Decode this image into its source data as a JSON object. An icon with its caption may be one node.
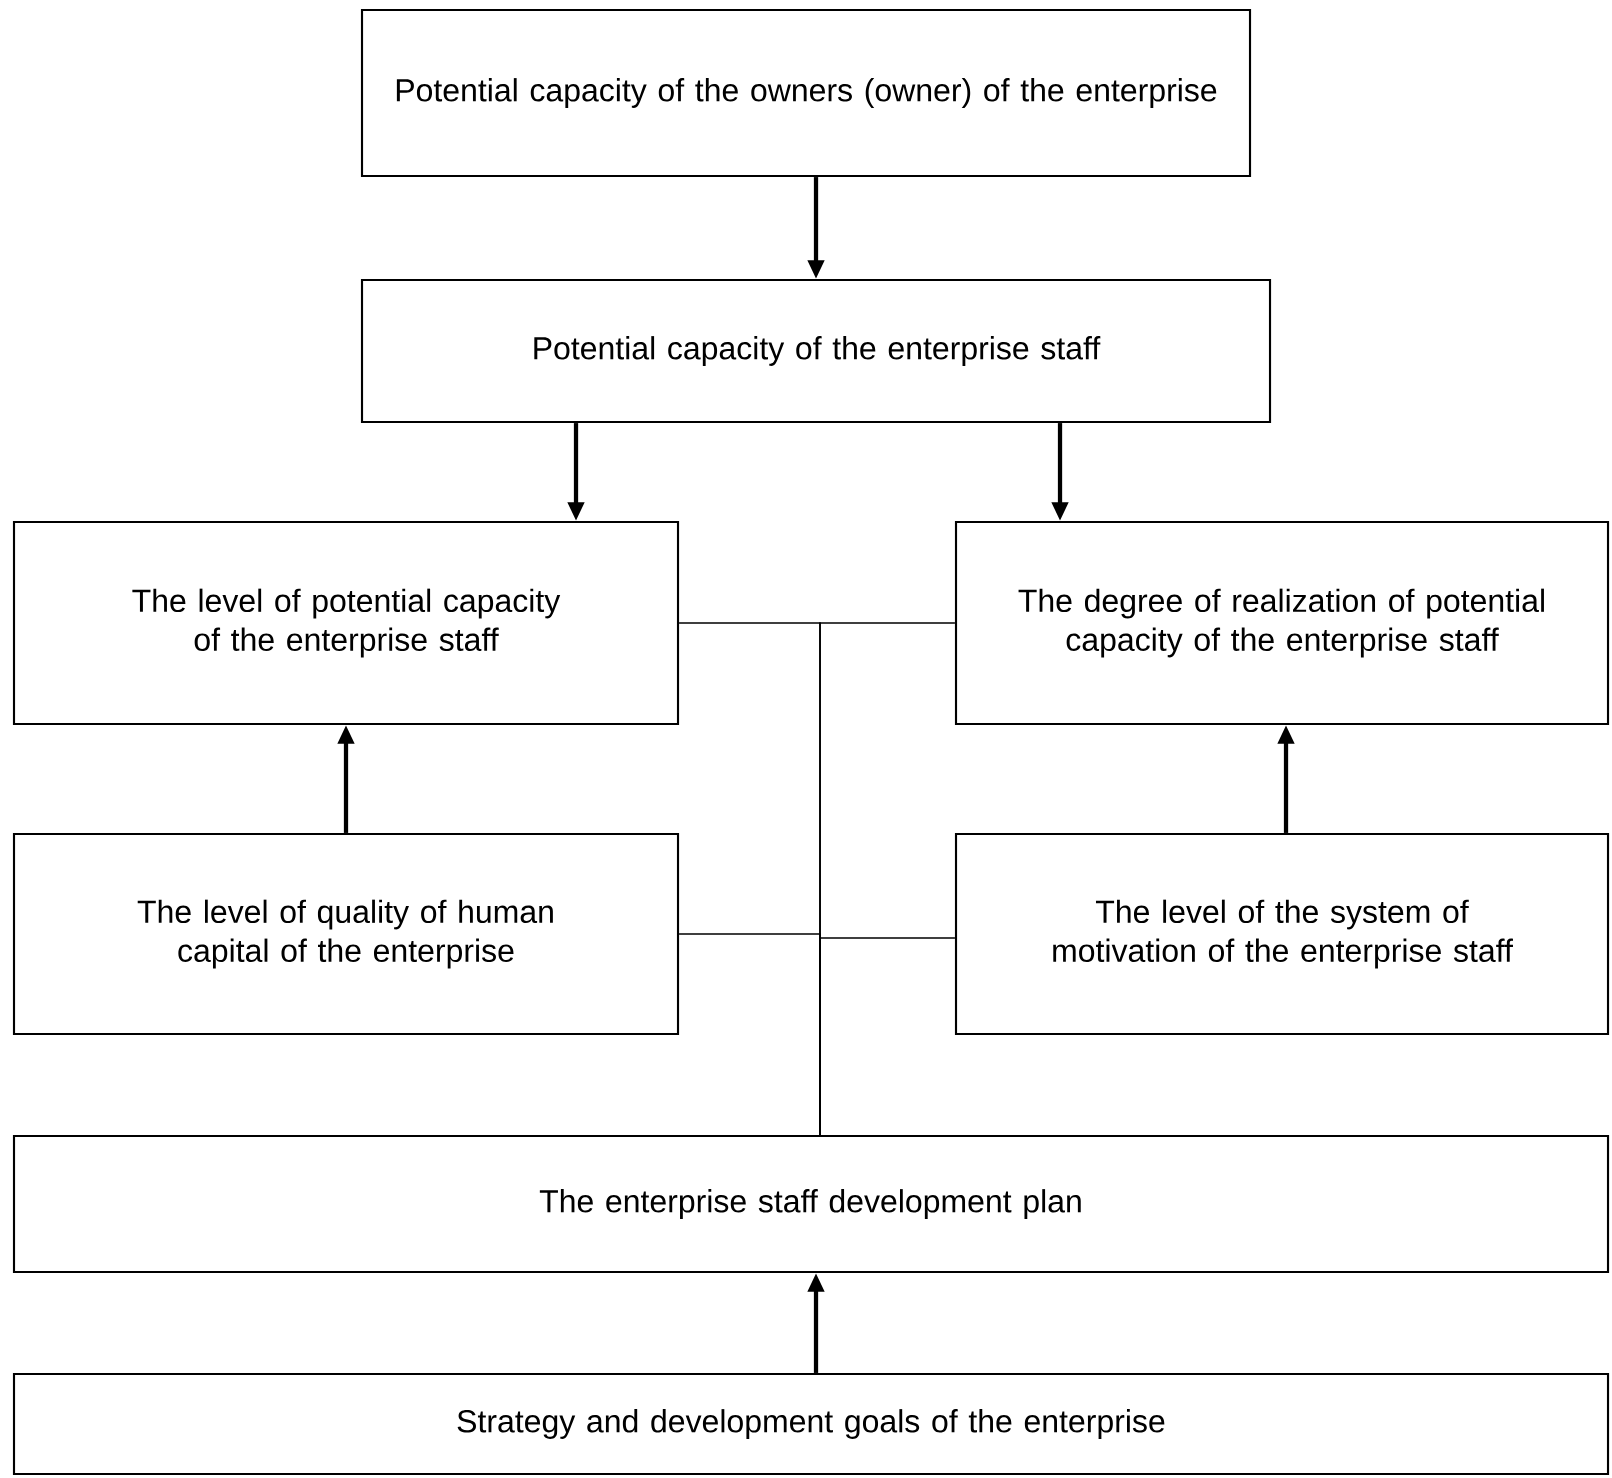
{
  "diagram": {
    "nodes": [
      {
        "text": [
          "Potential capacity of the owners (owner) of the enterprise"
        ]
      },
      {
        "text": [
          "Potential capacity of the enterprise staff"
        ]
      },
      {
        "text": [
          "The level of potential capacity of the enterprise staff"
        ]
      },
      {
        "text": [
          "The degree of realization of potential capacity of the enterprise staff"
        ]
      },
      {
        "text": [
          "The level of quality of human capital of the enterprise"
        ]
      },
      {
        "text": [
          "The level of the system of motivation of the enterprise staff"
        ]
      },
      {
        "text": [
          "The enterprise staff development plan"
        ]
      },
      {
        "text": [
          "Strategy and development goals of the enterprise"
        ]
      }
    ],
    "edges": [
      {
        "from": 0,
        "to": 1,
        "arrow": "to"
      },
      {
        "from": 1,
        "to": 2,
        "arrow": "to"
      },
      {
        "from": 1,
        "to": 3,
        "arrow": "to"
      },
      {
        "from": 4,
        "to": 2,
        "arrow": "to"
      },
      {
        "from": 5,
        "to": 3,
        "arrow": "to"
      },
      {
        "from": 2,
        "to": 6,
        "arrow": "none"
      },
      {
        "from": 3,
        "to": 6,
        "arrow": "none"
      },
      {
        "from": 4,
        "to": 6,
        "arrow": "none"
      },
      {
        "from": 5,
        "to": 6,
        "arrow": "none"
      },
      {
        "from": 7,
        "to": 6,
        "arrow": "to"
      }
    ]
  }
}
